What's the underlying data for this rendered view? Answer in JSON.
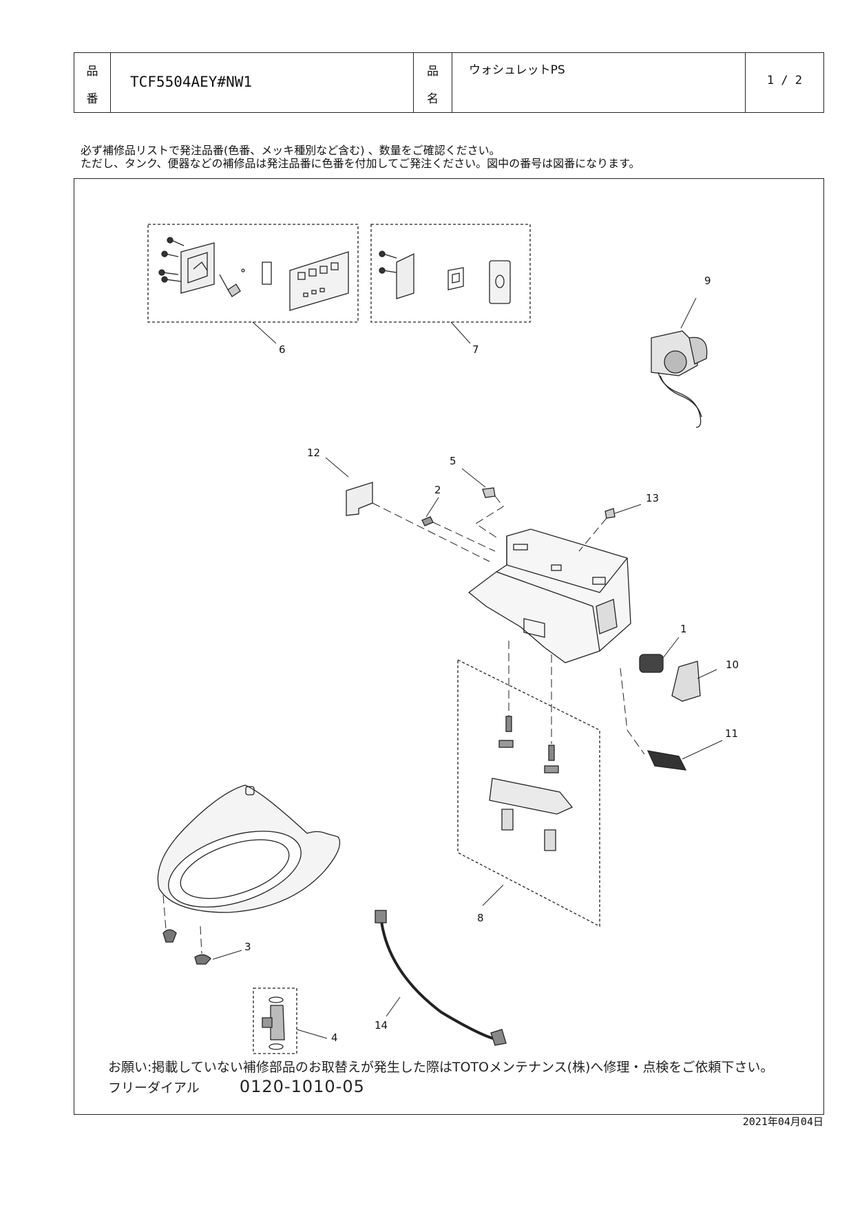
{
  "header": {
    "hinban_label_1": "品",
    "hinban_label_2": "番",
    "part_number": "TCF5504AEY#NW1",
    "hinmei_label_1": "品",
    "hinmei_label_2": "名",
    "product_name": "ウォシュレットPS",
    "page": "1 / 2"
  },
  "notes": [
    "必ず補修品リストで発注品番(色番、メッキ種別など含む) 、数量をご確認ください。",
    "ただし、タンク、便器などの補修品は発注品番に色番を付加してご発注ください。図中の番号は図番になります。"
  ],
  "callouts": [
    "1",
    "2",
    "3",
    "4",
    "5",
    "6",
    "7",
    "8",
    "9",
    "10",
    "11",
    "12",
    "13",
    "14"
  ],
  "footer": {
    "request": "お願い:掲載していない補修部品のお取替えが発生した際はTOTOメンテナンス(株)へ修理・点検をご依頼下さい。",
    "freedial_label": "フリーダイアル",
    "freedial_number": "0120-1010-05"
  },
  "date": "2021年04月04日"
}
